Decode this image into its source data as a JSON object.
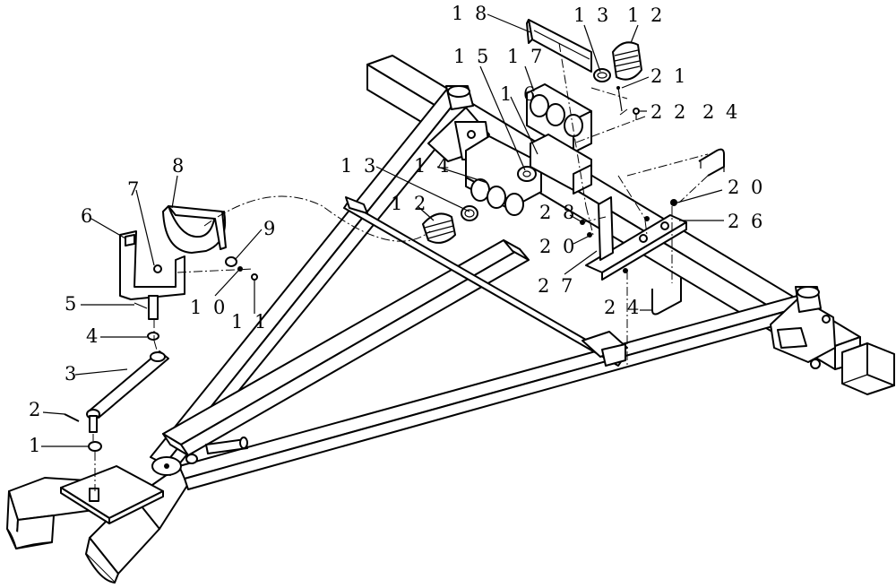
{
  "callouts": [
    {
      "id": "c1",
      "text": "1 8"
    },
    {
      "id": "c2",
      "text": "1 3"
    },
    {
      "id": "c3",
      "text": "1 2"
    },
    {
      "id": "c4",
      "text": "1 5"
    },
    {
      "id": "c5",
      "text": "1 7"
    },
    {
      "id": "c6",
      "text": "2 1"
    },
    {
      "id": "c7",
      "text": "1 6"
    },
    {
      "id": "c8",
      "text": "2 2"
    },
    {
      "id": "c9",
      "text": "2 4"
    },
    {
      "id": "c10",
      "text": "1 3"
    },
    {
      "id": "c11",
      "text": "1 4"
    },
    {
      "id": "c12",
      "text": "2 0"
    },
    {
      "id": "c13",
      "text": "2 6"
    },
    {
      "id": "c14",
      "text": "1 2"
    },
    {
      "id": "c15",
      "text": "2 8"
    },
    {
      "id": "c16",
      "text": "2 0"
    },
    {
      "id": "c17",
      "text": "2 7"
    },
    {
      "id": "c18",
      "text": "2 4"
    },
    {
      "id": "c19",
      "text": "8"
    },
    {
      "id": "c20",
      "text": "7"
    },
    {
      "id": "c21",
      "text": "6"
    },
    {
      "id": "c22",
      "text": "9"
    },
    {
      "id": "c23",
      "text": "1 0"
    },
    {
      "id": "c24",
      "text": "1 1"
    },
    {
      "id": "c25",
      "text": "5"
    },
    {
      "id": "c26",
      "text": "4"
    },
    {
      "id": "c27",
      "text": "3"
    },
    {
      "id": "c28",
      "text": "2"
    },
    {
      "id": "c29",
      "text": "1"
    }
  ]
}
